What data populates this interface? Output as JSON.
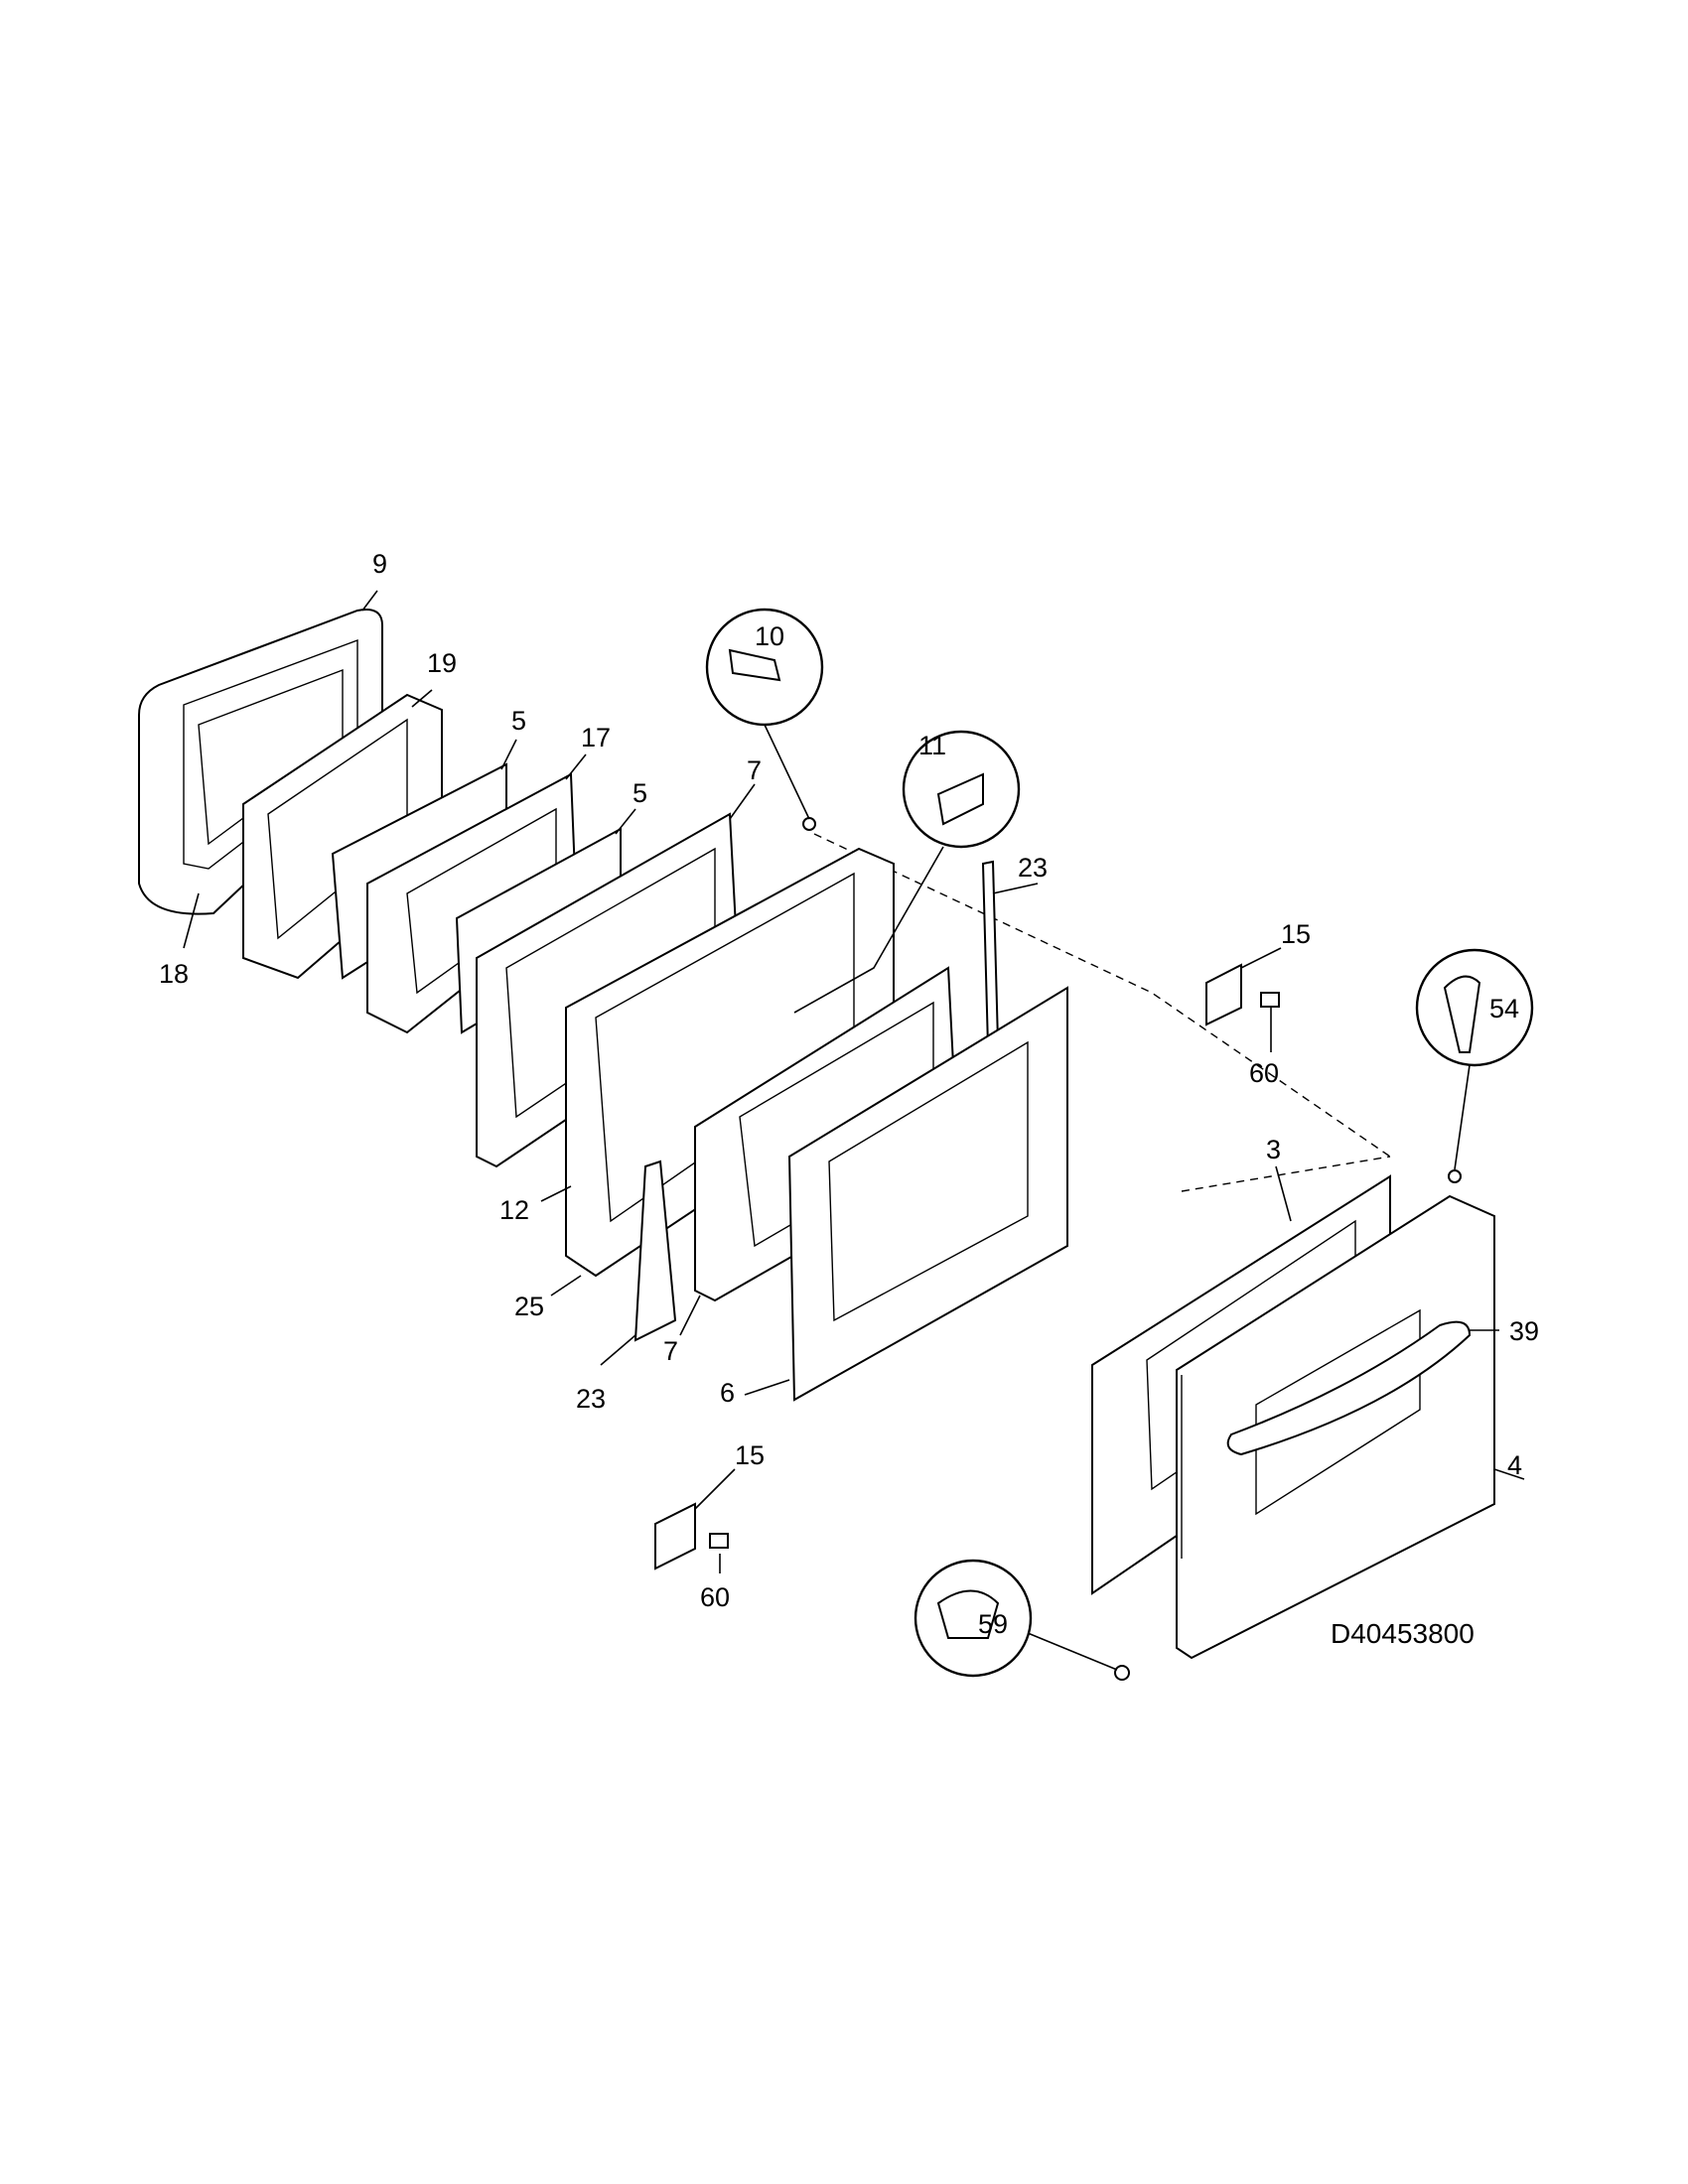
{
  "diagram_code": "D40453800",
  "callouts": [
    {
      "id": "c9",
      "label": "9"
    },
    {
      "id": "c19",
      "label": "19"
    },
    {
      "id": "c5a",
      "label": "5"
    },
    {
      "id": "c17",
      "label": "17"
    },
    {
      "id": "c5b",
      "label": "5"
    },
    {
      "id": "c7a",
      "label": "7"
    },
    {
      "id": "c18",
      "label": "18"
    },
    {
      "id": "c10",
      "label": "10"
    },
    {
      "id": "c11",
      "label": "11"
    },
    {
      "id": "c23a",
      "label": "23"
    },
    {
      "id": "c15a",
      "label": "15"
    },
    {
      "id": "c54",
      "label": "54"
    },
    {
      "id": "c60a",
      "label": "60"
    },
    {
      "id": "c3",
      "label": "3"
    },
    {
      "id": "c12",
      "label": "12"
    },
    {
      "id": "c25",
      "label": "25"
    },
    {
      "id": "c7b",
      "label": "7"
    },
    {
      "id": "c23b",
      "label": "23"
    },
    {
      "id": "c6",
      "label": "6"
    },
    {
      "id": "c39",
      "label": "39"
    },
    {
      "id": "c15b",
      "label": "15"
    },
    {
      "id": "c4",
      "label": "4"
    },
    {
      "id": "c60b",
      "label": "60"
    },
    {
      "id": "c59",
      "label": "59"
    }
  ]
}
